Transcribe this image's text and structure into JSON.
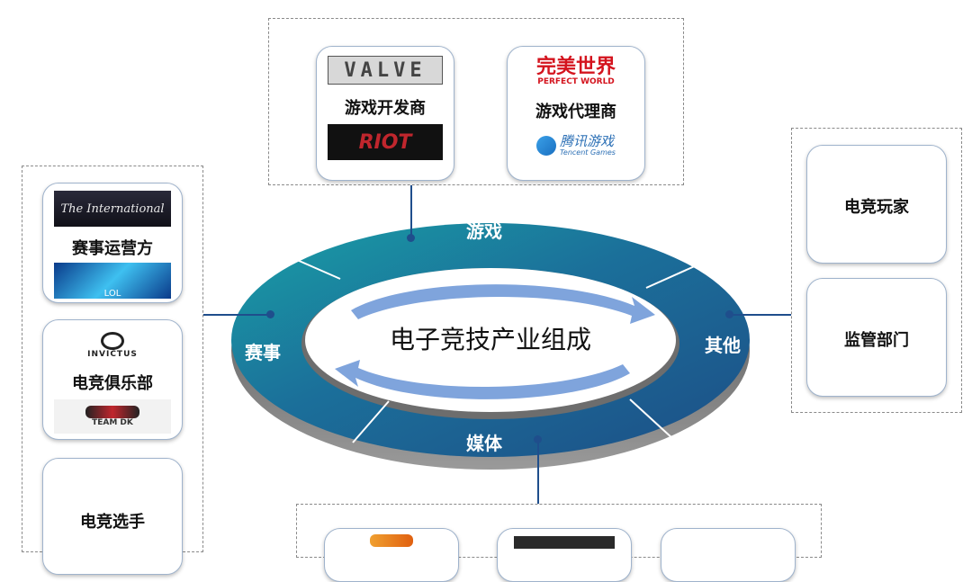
{
  "center_title": "电子竞技产业组成",
  "ring": {
    "top": "游戏",
    "left": "赛事",
    "right": "其他",
    "bottom": "媒体"
  },
  "game_group": {
    "developer": {
      "label": "游戏开发商",
      "logos": [
        "VALVE",
        "RIOT"
      ]
    },
    "publisher": {
      "label": "游戏代理商",
      "logo_cn": "完美世界",
      "logo_en": "PERFECT WORLD",
      "logo2_cn": "腾讯游戏",
      "logo2_en": "Tencent Games"
    }
  },
  "event_group": {
    "operator": {
      "label": "赛事运营方",
      "logo_top": "The International",
      "logo_bottom": "LOL"
    },
    "club": {
      "label": "电竞俱乐部",
      "logo_top": "INVICTUS",
      "logo_bottom": "TEAM DK"
    },
    "player": {
      "label": "电竞选手"
    }
  },
  "other_group": {
    "players": "电竞玩家",
    "regulator": "监管部门"
  },
  "colors": {
    "ring_dark": "#1d4e86",
    "ring_teal": "#1aa3a3",
    "arrow": "#7fa4dc",
    "connector": "#1f4e8c"
  }
}
